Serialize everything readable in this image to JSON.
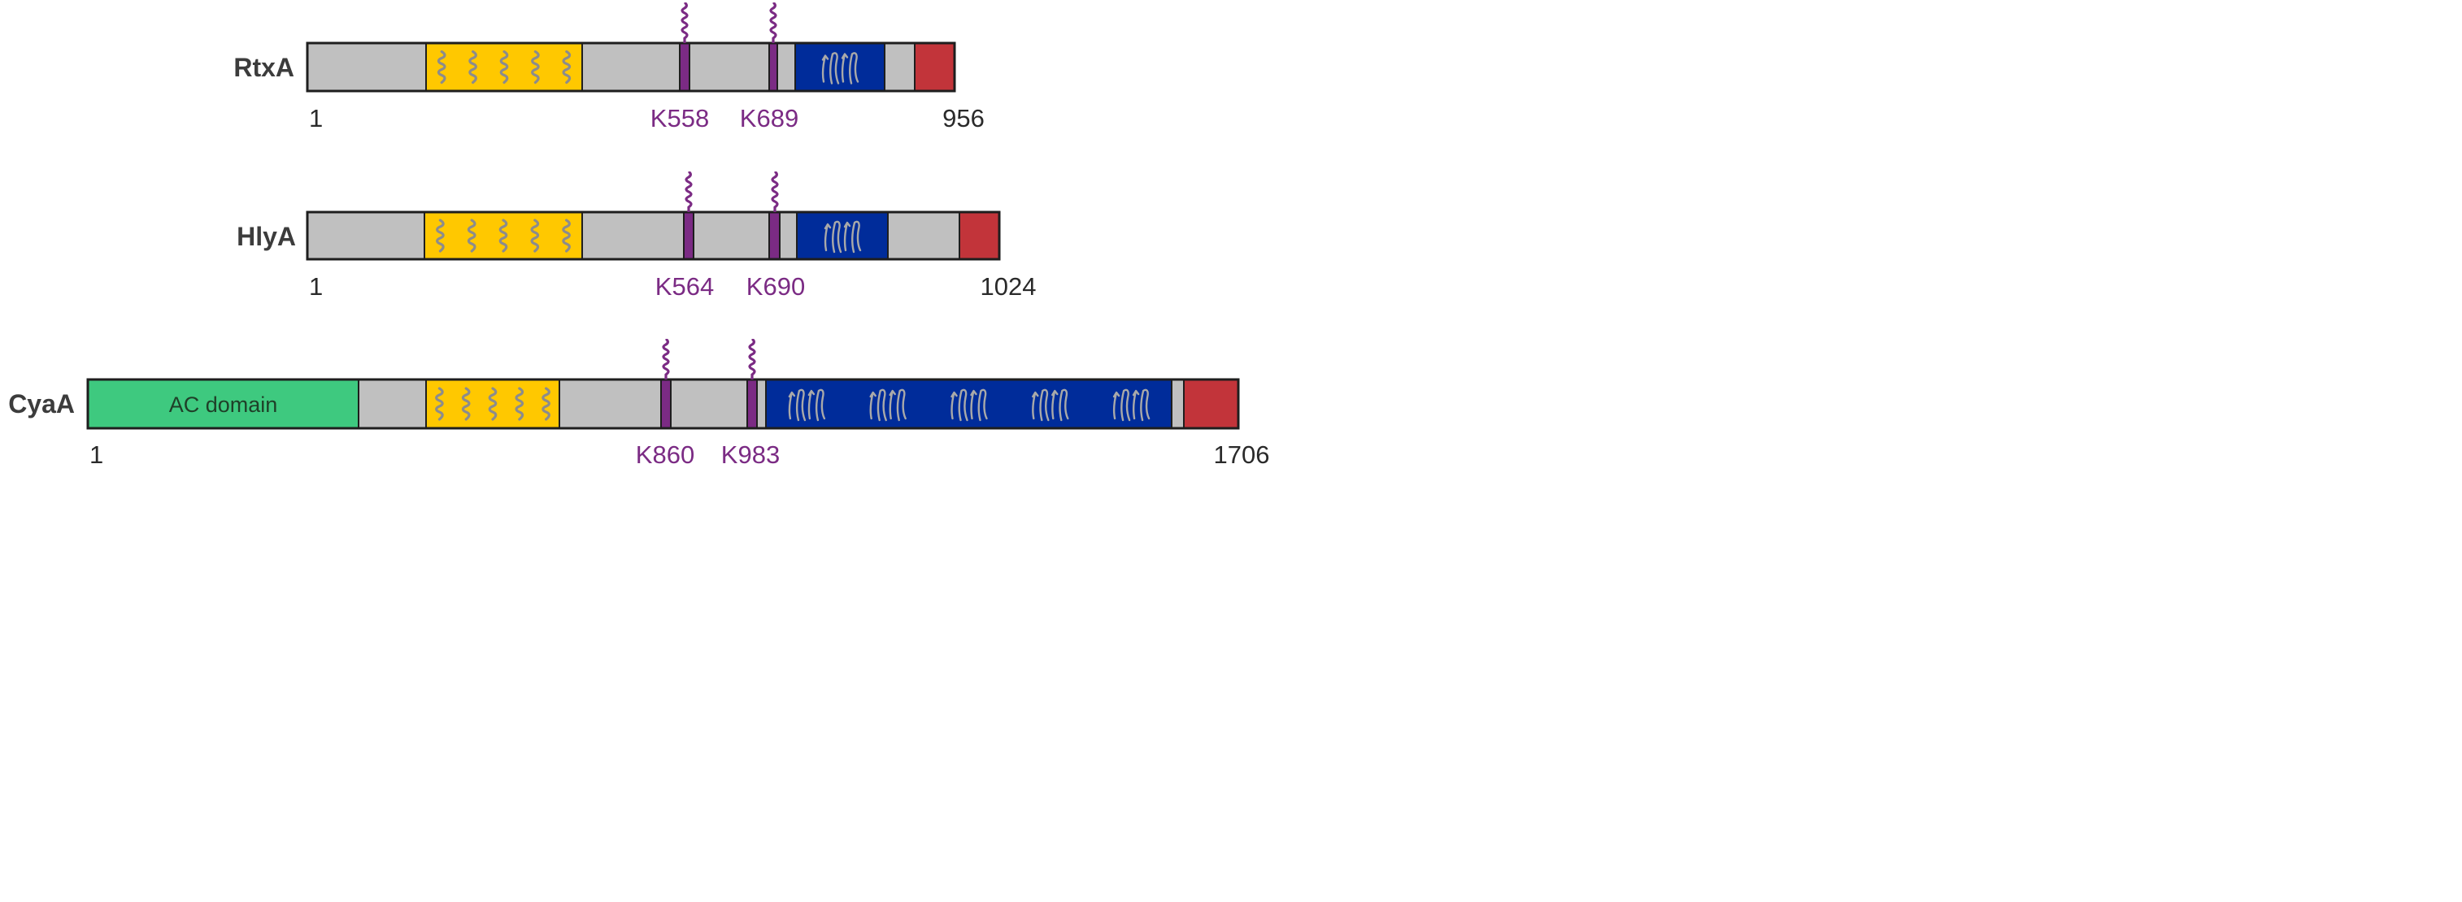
{
  "colors": {
    "gray": "#c0c0c0",
    "yellow": "#ffc800",
    "blue": "#002c9a",
    "red": "#c2343a",
    "green": "#3ec97f",
    "purple": "#7b2b84",
    "helix": "#8c8c8c",
    "sheet": "#a9a9a9",
    "outline": "#1e1e1e"
  },
  "icons": [
    "helix-icon",
    "beta-sheet-icon",
    "acylation-chain-icon"
  ],
  "proteins": [
    {
      "name": "RtxA",
      "start": "1",
      "end": "956",
      "domains": [
        {
          "type": "gray"
        },
        {
          "type": "helix",
          "count": 5
        },
        {
          "type": "gray"
        },
        {
          "type": "site"
        },
        {
          "type": "gray"
        },
        {
          "type": "site"
        },
        {
          "type": "gray"
        },
        {
          "type": "sheet",
          "count": 1
        },
        {
          "type": "gray"
        },
        {
          "type": "red"
        }
      ],
      "sites": [
        "K558",
        "K689"
      ]
    },
    {
      "name": "HlyA",
      "start": "1",
      "end": "1024",
      "domains": [
        {
          "type": "gray"
        },
        {
          "type": "helix",
          "count": 5
        },
        {
          "type": "gray"
        },
        {
          "type": "site"
        },
        {
          "type": "gray"
        },
        {
          "type": "site"
        },
        {
          "type": "gray"
        },
        {
          "type": "sheet",
          "count": 1
        },
        {
          "type": "gray"
        },
        {
          "type": "red"
        }
      ],
      "sites": [
        "K564",
        "K690"
      ]
    },
    {
      "name": "CyaA",
      "start": "1",
      "end": "1706",
      "domains": [
        {
          "type": "green",
          "label": "AC domain"
        },
        {
          "type": "gray"
        },
        {
          "type": "helix",
          "count": 5
        },
        {
          "type": "gray"
        },
        {
          "type": "site"
        },
        {
          "type": "gray"
        },
        {
          "type": "site"
        },
        {
          "type": "gray"
        },
        {
          "type": "sheet",
          "count": 5
        },
        {
          "type": "gray"
        },
        {
          "type": "red"
        }
      ],
      "sites": [
        "K860",
        "K983"
      ]
    }
  ]
}
